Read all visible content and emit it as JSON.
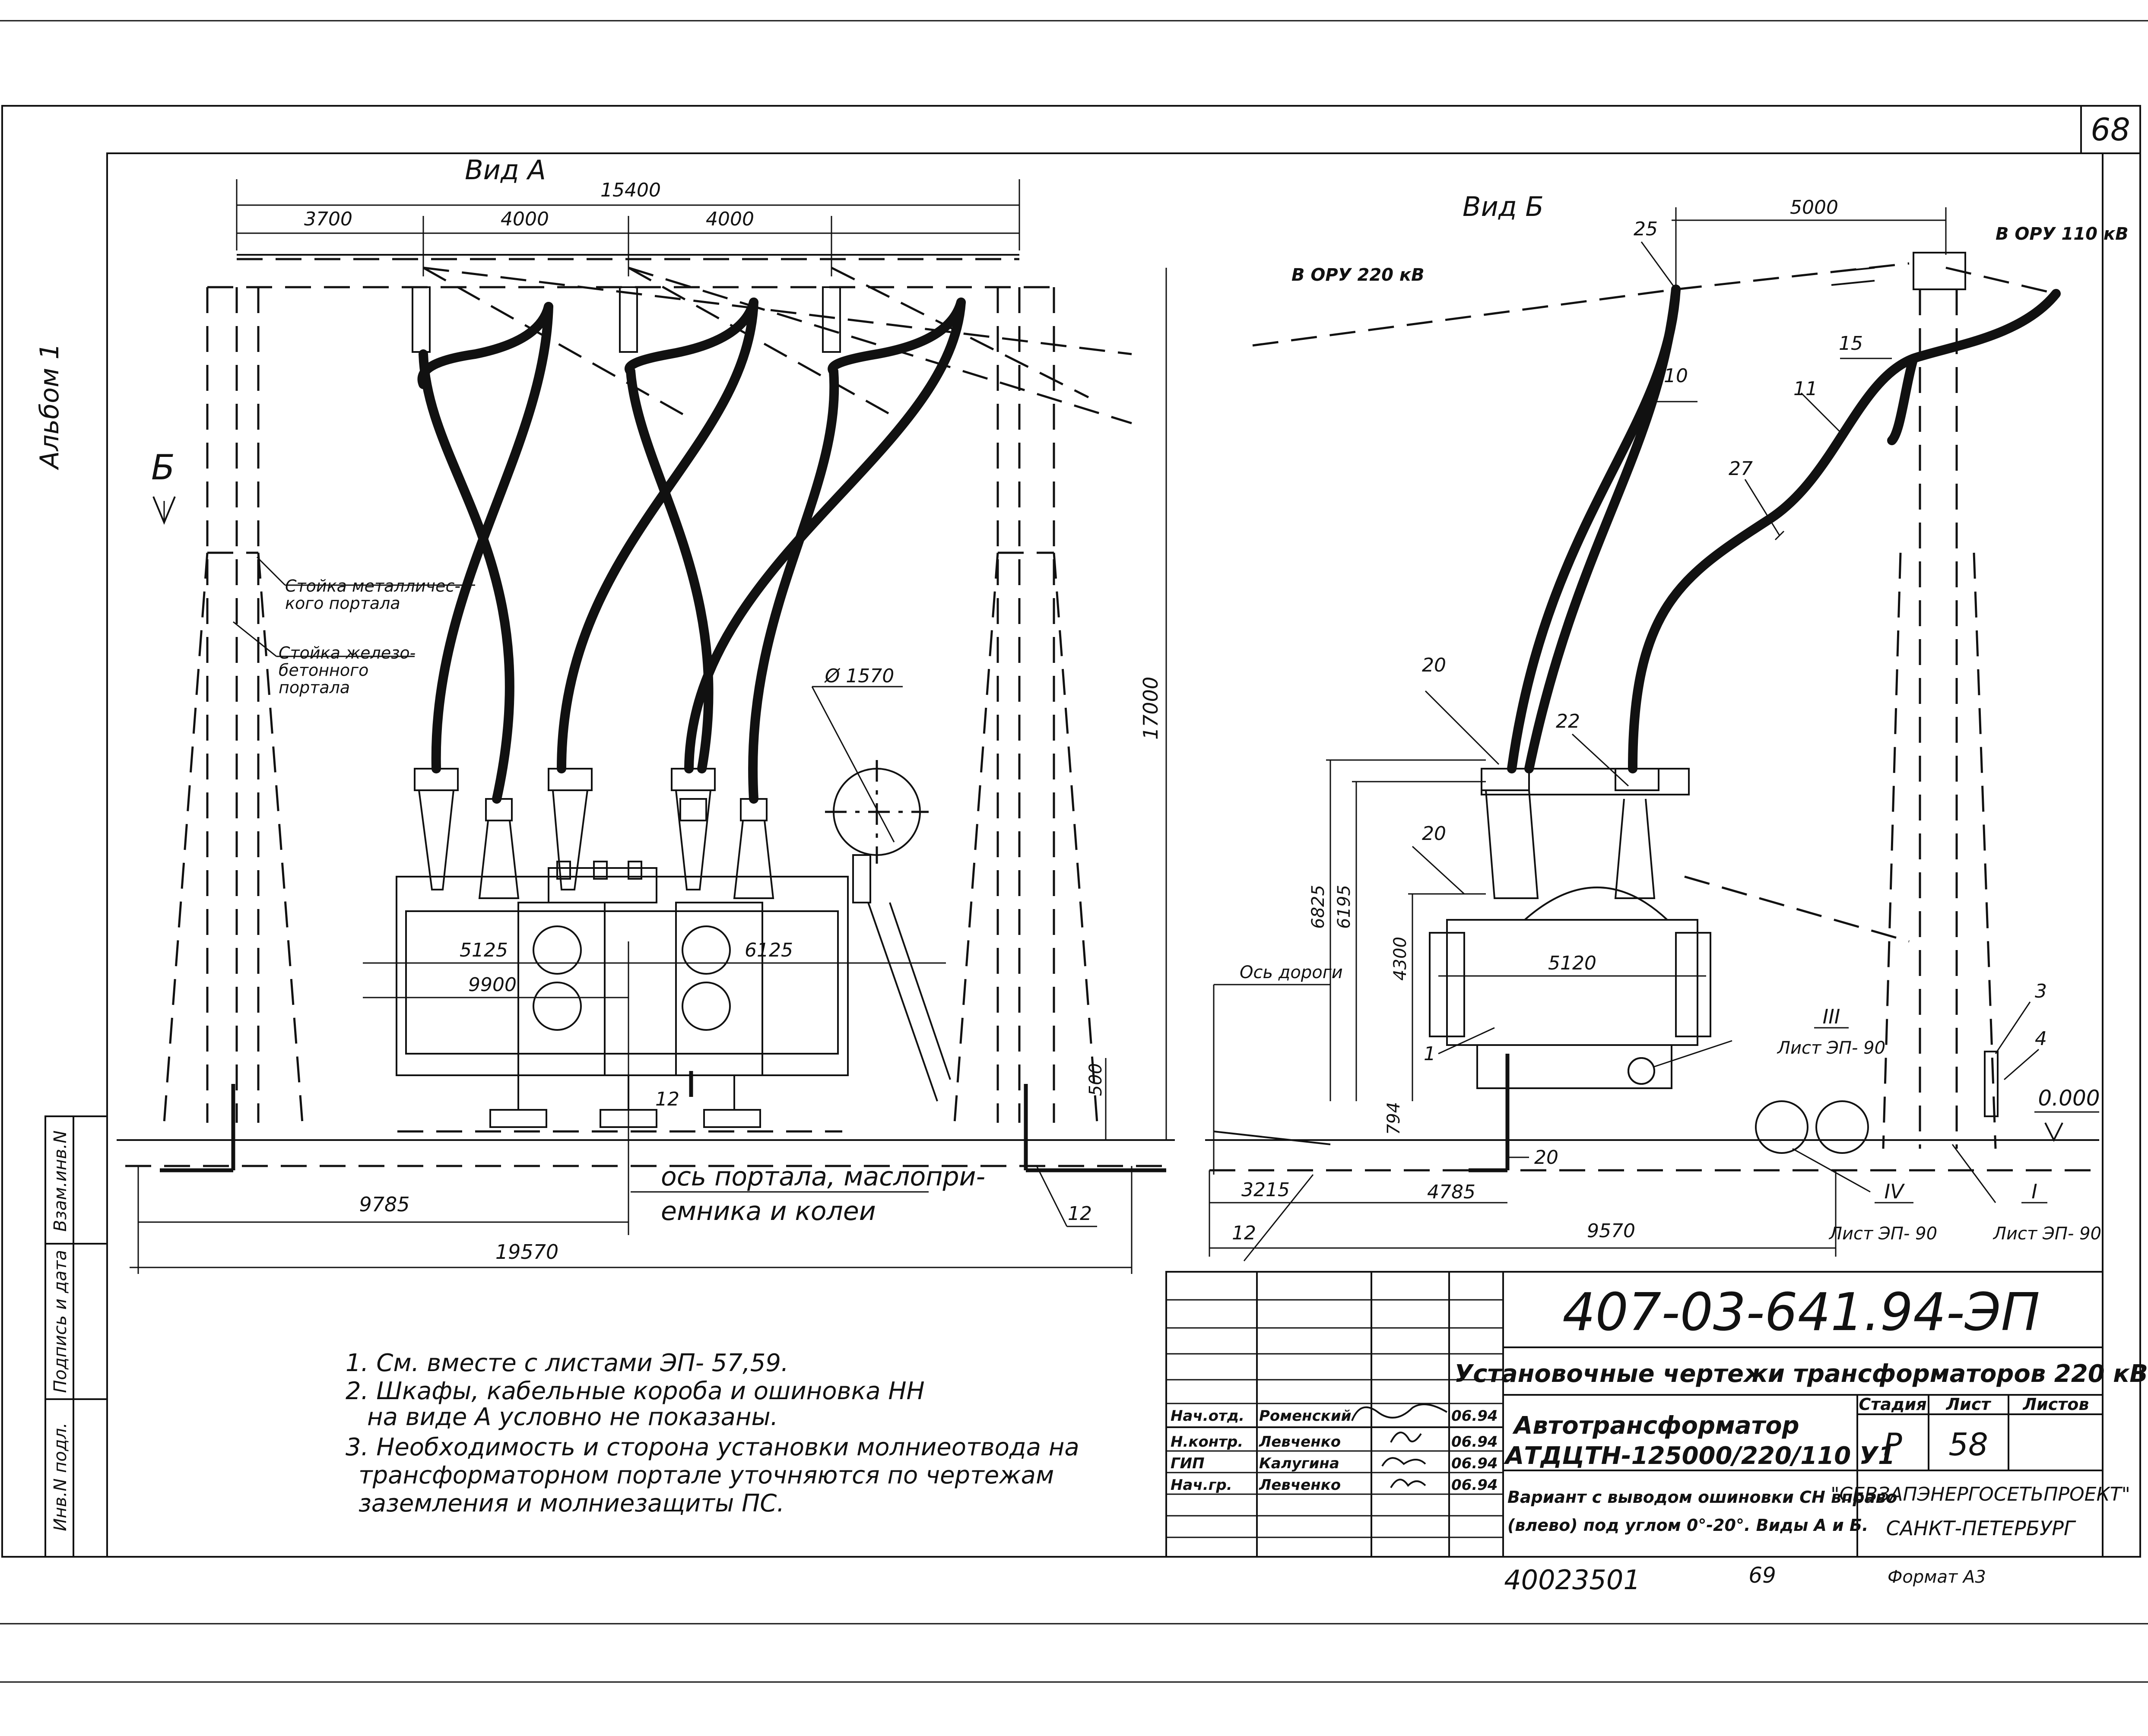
{
  "sheet": {
    "page_number": "68",
    "album_label": "Альбом 1"
  },
  "view_a": {
    "title": "Вид А",
    "arrow_label": "Б",
    "dims": {
      "overall": "15400",
      "d1": "3700",
      "d2": "4000",
      "d3": "4000",
      "height": "17000",
      "d5125": "5125",
      "d6125": "6125",
      "d9900": "9900",
      "d500": "500",
      "d9785": "9785",
      "d19570": "19570",
      "diameter": "Ø 1570"
    },
    "labels": {
      "metal_post_1": "Стойка металличес-",
      "metal_post_2": "кого портала",
      "rc_post_1": "Стойка железо-",
      "rc_post_2": "бетонного",
      "rc_post_3": "портала",
      "axis_1": "ось портала, маслопри-",
      "axis_2": "емника и колеи",
      "pos_12a": "12",
      "pos_12b": "12"
    }
  },
  "view_b": {
    "title": "Вид Б",
    "to_220": "В ОРУ 220 кВ",
    "to_110": "В ОРУ 110 кВ",
    "road_axis": "Ось дороги",
    "dims": {
      "d5000": "5000",
      "d6825": "6825",
      "d6195": "6195",
      "d4300": "4300",
      "d5120": "5120",
      "d794": "794",
      "d3215": "3215",
      "d4785": "4785",
      "d9570": "9570",
      "level": "0.000"
    },
    "positions": {
      "p25": "25",
      "p10": "10",
      "p11": "11",
      "p15": "15",
      "p27": "27",
      "p20a": "20",
      "p20b": "20",
      "p20c": "20",
      "p22": "22",
      "p1": "1",
      "p3": "3",
      "p4": "4",
      "p12": "12"
    },
    "refs": {
      "r3": "III",
      "r3_sheet": "Лист ЭП- 90",
      "r4": "IV",
      "r4_sheet": "Лист ЭП- 90",
      "r1": "I",
      "r1_sheet": "Лист ЭП- 90"
    }
  },
  "notes": [
    "1. См. вместе с листами ЭП- 57,59.",
    "2. Шкафы, кабельные короба и ошиновка НН",
    "на виде А условно не показаны.",
    "3. Необходимость и сторона установки молниеотвода на",
    "трансформаторном портале уточняются по чертежам",
    "заземления и молниезащиты ПС."
  ],
  "side_stamp": {
    "ref": "Взам.инв.N",
    "sign": "Подпись и дата",
    "inv": "Инв.N подл."
  },
  "title_block": {
    "doc_code": "407-03-641.94-ЭП",
    "project_title": "Установочные чертежи трансформаторов 220 кВ",
    "item_title_1": "Автотрансформатор",
    "item_title_2": "АТДЦТН-125000/220/110 У1",
    "variant_1": "Вариант с выводом ошиновки СН вправо",
    "variant_2": "(влево) под углом 0°-20°. Виды А и Б.",
    "stage_header": "Стадия",
    "sheet_header": "Лист",
    "sheets_header": "Листов",
    "stage": "Р",
    "sheet": "58",
    "sheets": "",
    "org_1": "\"СЕВЗАПЭНЕРГОСЕТЬПРОЕКТ\"",
    "org_2": "САНКТ-ПЕТЕРБУРГ",
    "signers": [
      {
        "role": "Нач.отд.",
        "name": "Роменский",
        "date": "06.94"
      },
      {
        "role": "Н.контр.",
        "name": "Левченко",
        "date": "06.94"
      },
      {
        "role": "ГИП",
        "name": "Калугина",
        "date": "06.94"
      },
      {
        "role": "Нач.гр.",
        "name": "Левченко",
        "date": "06.94"
      }
    ],
    "inventory": "40023501",
    "copy_no": "69",
    "format": "Формат А3"
  }
}
